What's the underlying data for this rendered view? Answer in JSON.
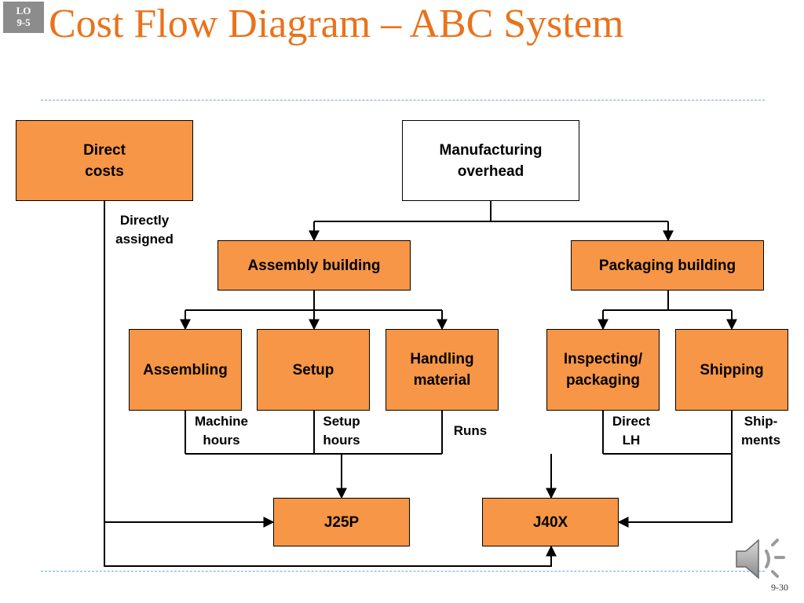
{
  "slide": {
    "lo_line1": "LO",
    "lo_line2": "9-5",
    "title": "Cost Flow Diagram – ABC System",
    "page_number": "9-30"
  },
  "nodes": {
    "direct_costs": "Direct\ncosts",
    "manufacturing_overhead": "Manufacturing\noverhead",
    "assembly_building": "Assembly building",
    "packaging_building": "Packaging building",
    "assembling": "Assembling",
    "setup": "Setup",
    "handling_material": "Handling\nmaterial",
    "inspecting_packaging": "Inspecting/\npackaging",
    "shipping": "Shipping",
    "j25p": "J25P",
    "j40x": "J40X"
  },
  "drivers": {
    "directly_assigned": "Directly\nassigned",
    "machine_hours": "Machine\nhours",
    "setup_hours": "Setup\nhours",
    "runs": "Runs",
    "direct_lh": "Direct\nLH",
    "shipments": "Ship-\nments"
  },
  "colors": {
    "accent_orange": "#f79646",
    "title_orange": "#e8731c",
    "rule_blue": "#6fa8d6",
    "lo_badge_gray": "#8c8c8c"
  },
  "icons": {
    "speaker": "speaker-icon"
  }
}
